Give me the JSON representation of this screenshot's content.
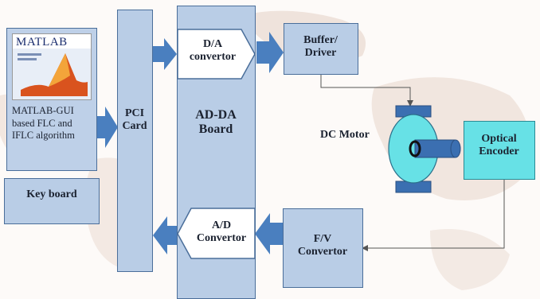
{
  "matlab_block": {
    "logo_text": "MATLAB",
    "caption_line1": "MATLAB-GUI",
    "caption_line2": "based FLC and",
    "caption_line3": "IFLC algorithm"
  },
  "keyboard_block": {
    "label": "Key board"
  },
  "pci_card": {
    "line1": "PCI",
    "line2": "Card"
  },
  "adda_board": {
    "line1": "AD-DA",
    "line2": "Board"
  },
  "da_converter": {
    "line1": "D/A",
    "line2": "convertor"
  },
  "ad_converter": {
    "line1": "A/D",
    "line2": "Convertor"
  },
  "buffer_driver": {
    "line1": "Buffer/",
    "line2": "Driver"
  },
  "fv_converter": {
    "line1": "F/V",
    "line2": "Convertor"
  },
  "dc_motor": {
    "label": "DC Motor"
  },
  "optical_encoder": {
    "line1": "Optical",
    "line2": "Encoder"
  },
  "colors": {
    "block_fill": "#b9cde6",
    "block_border": "#4a6e9a",
    "arrow_fill": "#4a7fbf",
    "encoder_fill": "#67e1e6",
    "motor_fill": "#67e1e6",
    "motor_bracket": "#3b6fb1"
  }
}
